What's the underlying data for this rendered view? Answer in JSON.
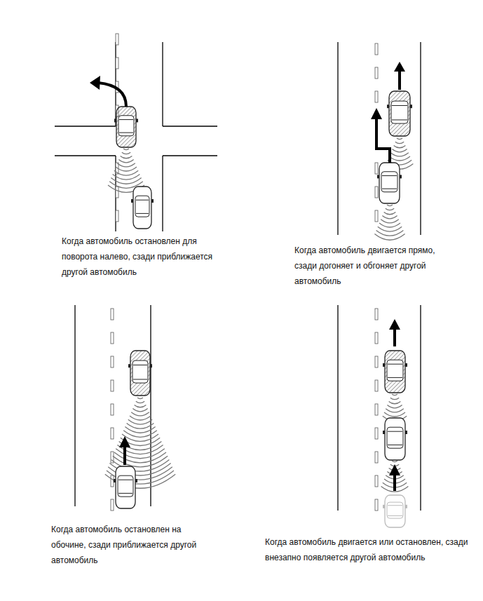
{
  "diagram": {
    "labels": [
      "Когда автомобиль остановлен для поворота налево, сзади приближается другой автомобиль",
      "Когда автомобиль двигается прямо, сзади догоняет и обгоняет другой автомобиль",
      "Когда автомобиль остановлен на обочине, сзади приближается другой автомобиль",
      "Когда автомобиль двигается или остановлен, сзади внезапно появляется другой автомобиль"
    ]
  }
}
